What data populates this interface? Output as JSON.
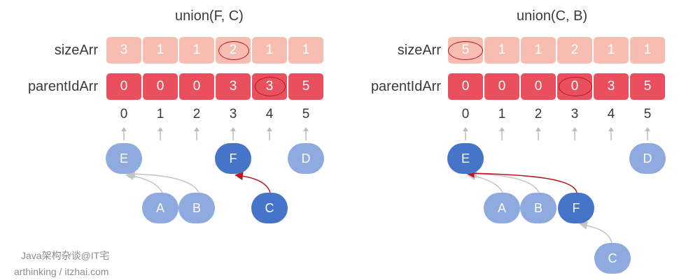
{
  "left": {
    "title": "union(F, C)",
    "size_label": "sizeArr",
    "parent_label": "parentIdArr",
    "size_values": [
      "3",
      "1",
      "1",
      "2",
      "1",
      "1"
    ],
    "parent_values": [
      "0",
      "0",
      "0",
      "3",
      "3",
      "5"
    ],
    "indices": [
      "0",
      "1",
      "2",
      "3",
      "4",
      "5"
    ],
    "nodes": {
      "E": "E",
      "F": "F",
      "D": "D",
      "A": "A",
      "B": "B",
      "C": "C"
    }
  },
  "right": {
    "title": "union(C, B)",
    "size_label": "sizeArr",
    "parent_label": "parentIdArr",
    "size_values": [
      "5",
      "1",
      "1",
      "2",
      "1",
      "1"
    ],
    "parent_values": [
      "0",
      "0",
      "0",
      "0",
      "3",
      "5"
    ],
    "indices": [
      "0",
      "1",
      "2",
      "3",
      "4",
      "5"
    ],
    "nodes": {
      "E": "E",
      "D": "D",
      "A": "A",
      "B": "B",
      "F": "F",
      "C": "C"
    }
  },
  "watermark": {
    "line1": "Java架构杂谈@IT宅",
    "line2": "arthinking / itzhai.com"
  },
  "colors": {
    "size_cell": "#f7bdb0",
    "parent_cell": "#ea4f5d",
    "node_light": "#8eaadf",
    "node_dark": "#4574c9",
    "highlight_ring": "#b3171e",
    "link_gray": "#c4c4c4",
    "link_red": "#c0121b"
  }
}
